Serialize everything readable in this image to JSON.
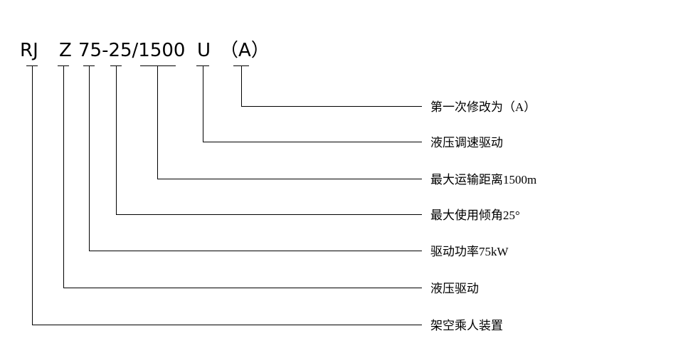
{
  "model_code": {
    "full": "RJ Z 75-25/1500 U （A）",
    "display_segments": [
      "RJ",
      "Z",
      "75-25/1500",
      "U",
      "（A）"
    ],
    "annotations": [
      {
        "code_part": "(A)",
        "label": "第一次修改为（A）"
      },
      {
        "code_part": "U",
        "label": "液压调速驱动"
      },
      {
        "code_part": "1500",
        "label": "最大运输距离1500m"
      },
      {
        "code_part": "25",
        "label": "最大使用倾角25°"
      },
      {
        "code_part": "75",
        "label": "驱动功率75kW"
      },
      {
        "code_part": "Z",
        "label": "液压驱动"
      },
      {
        "code_part": "RJ",
        "label": "架空乘人装置"
      }
    ]
  },
  "colors": {
    "line": "#000000",
    "text": "#000000",
    "background": "#ffffff"
  }
}
